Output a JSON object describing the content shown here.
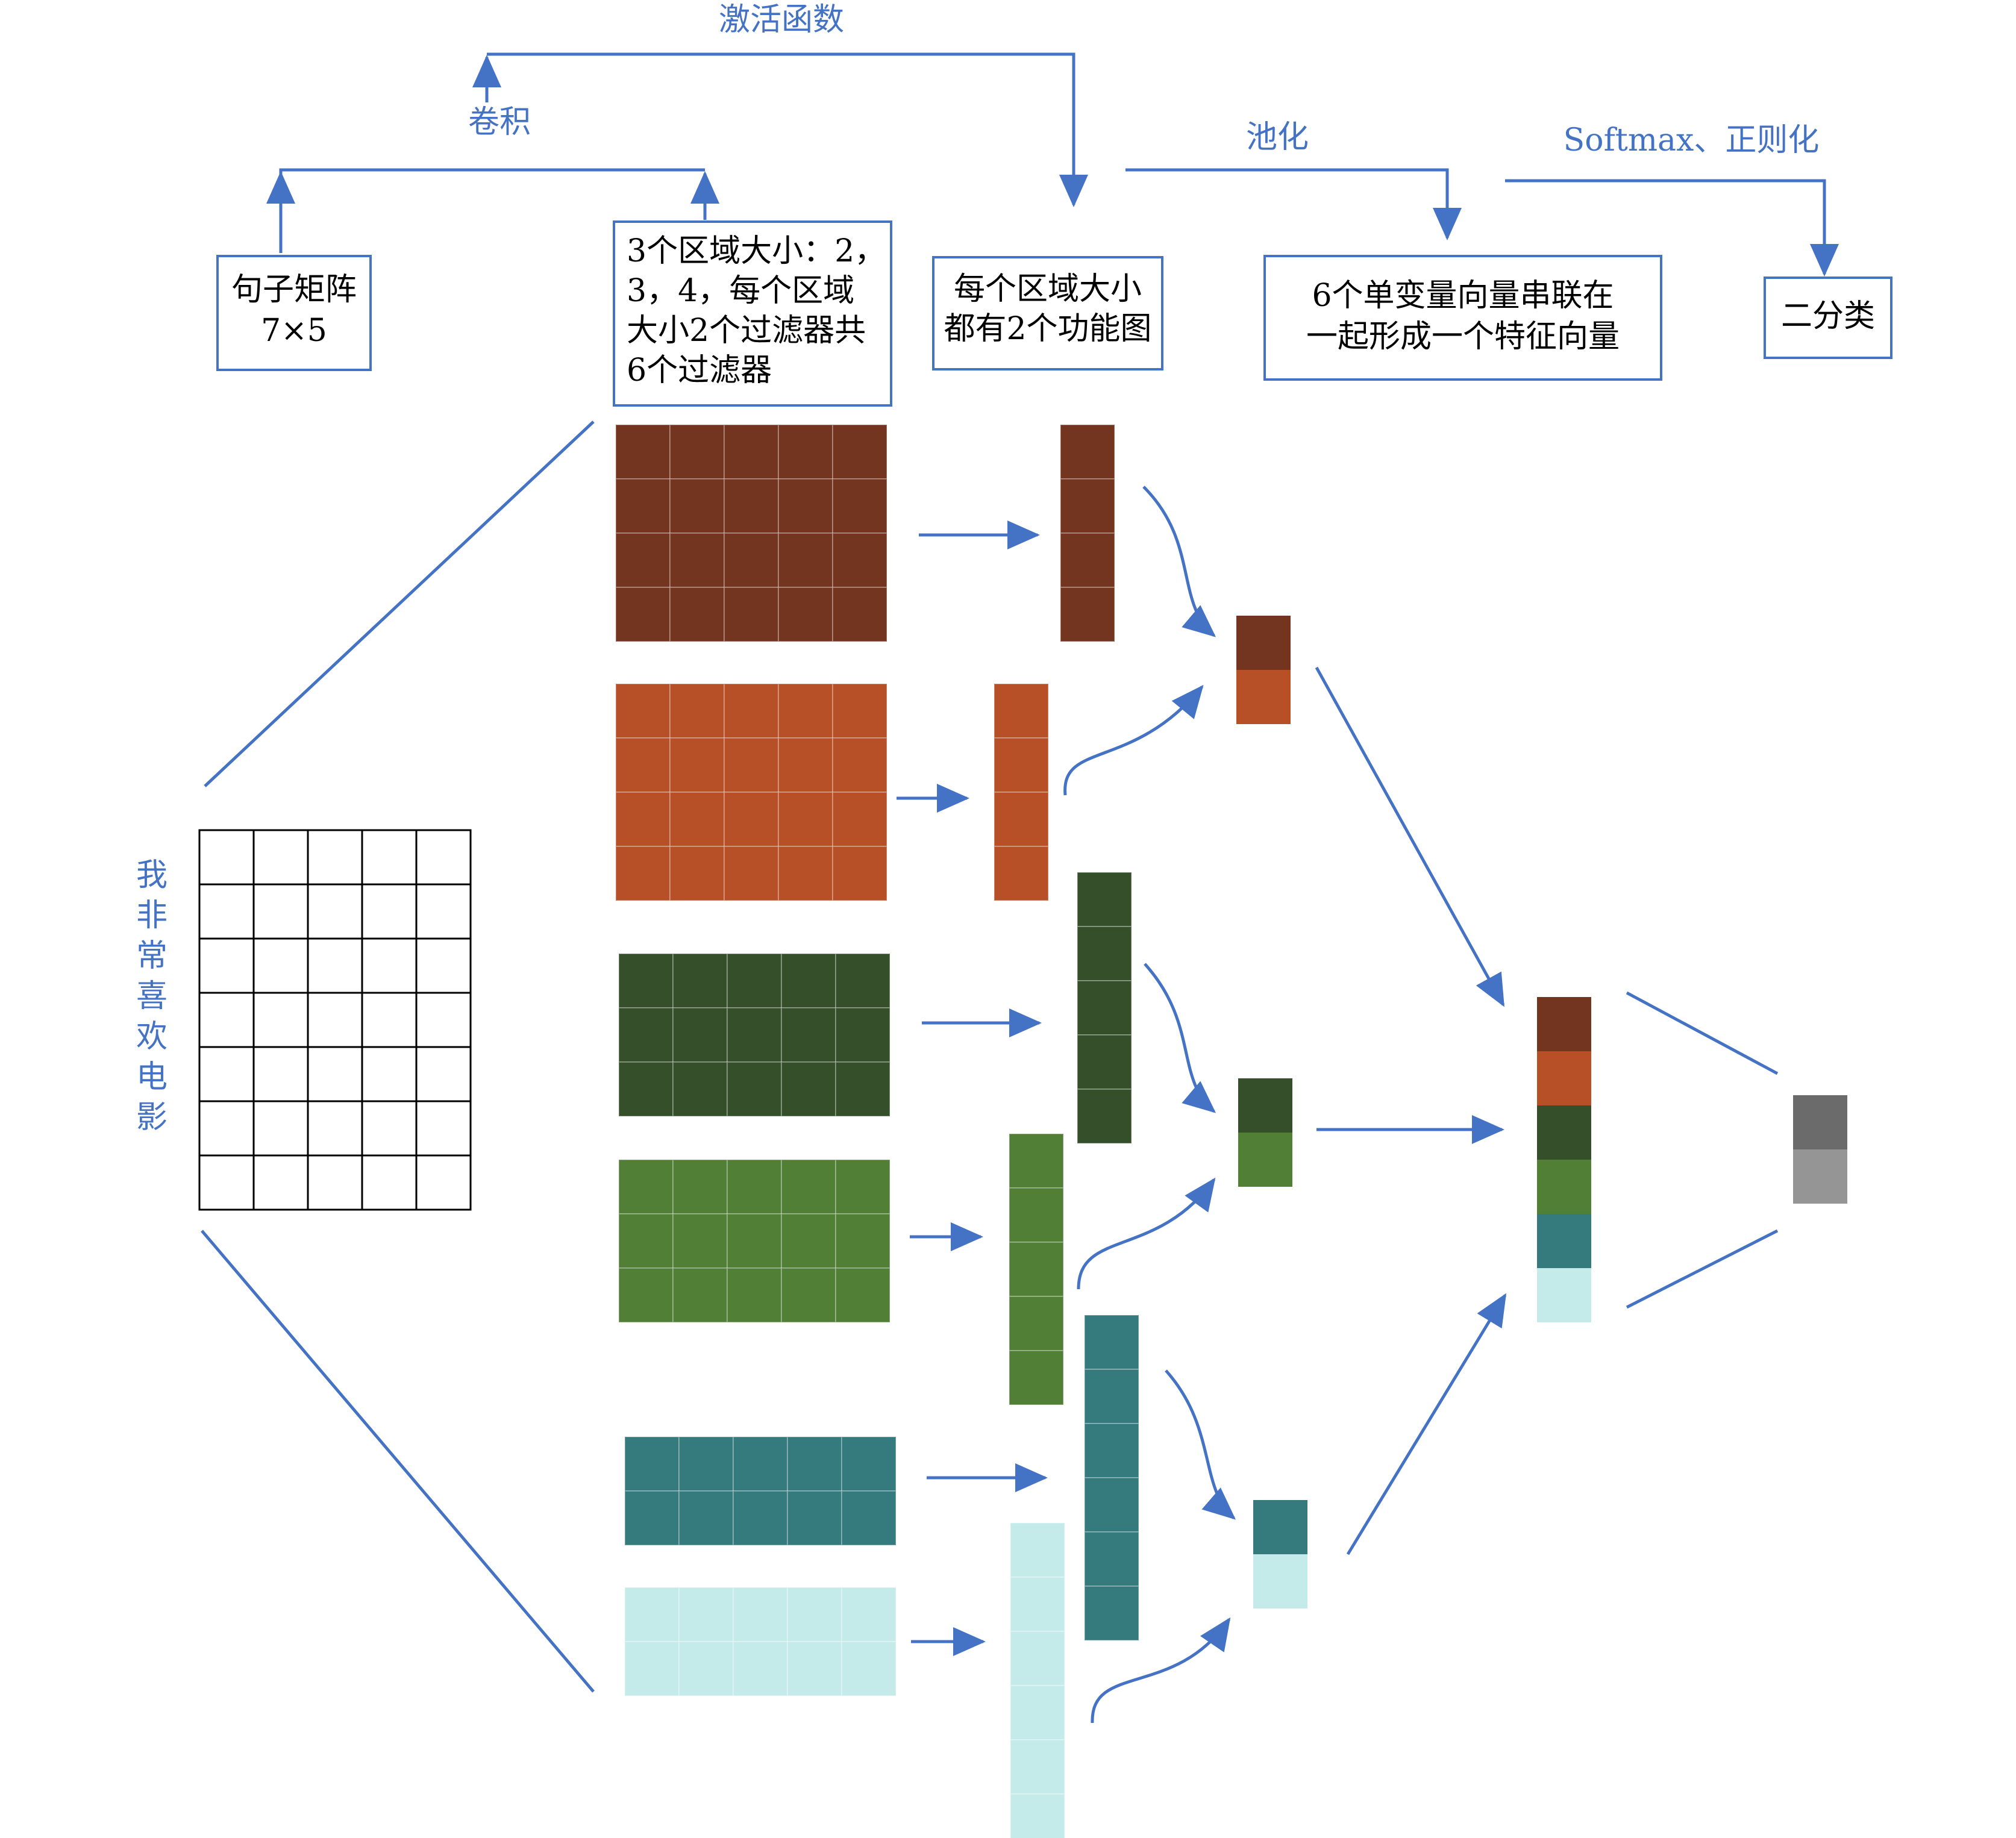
{
  "labels": {
    "activation": "激活函数",
    "convolution": "卷积",
    "pooling": "池化",
    "softmax": "Softmax、正则化",
    "sentence": "我非常喜欢电影"
  },
  "boxes": {
    "sentence_matrix": [
      "句子矩阵",
      "7×5"
    ],
    "filters": [
      "3个区域大小：2，",
      "3，4，每个区域",
      "大小2个过滤器共",
      "6个过滤器"
    ],
    "feature_maps": [
      "每个区域大小",
      "都有2个功能图"
    ],
    "concat": [
      "6个单变量向量串联在",
      "一起形成一个特征向量"
    ],
    "classify": [
      "二分类"
    ]
  },
  "colors": {
    "accent": "#4472c4",
    "filter_1": "#73351f",
    "filter_2": "#b85027",
    "filter_3": "#344f2a",
    "filter_4": "#517f36",
    "filter_5": "#357b7e",
    "filter_6": "#c5eaea",
    "output_top": "#6b6b6b",
    "output_bottom": "#959595",
    "sentence_grid": "#000000"
  },
  "sentence_matrix": {
    "rows": 7,
    "cols": 5
  },
  "filters": [
    {
      "rows": 4,
      "cols": 5,
      "color_key": "filter_1"
    },
    {
      "rows": 4,
      "cols": 5,
      "color_key": "filter_2"
    },
    {
      "rows": 3,
      "cols": 5,
      "color_key": "filter_3"
    },
    {
      "rows": 3,
      "cols": 5,
      "color_key": "filter_4"
    },
    {
      "rows": 2,
      "cols": 5,
      "color_key": "filter_5"
    },
    {
      "rows": 2,
      "cols": 5,
      "color_key": "filter_6"
    }
  ],
  "feature_maps": [
    {
      "cells": 4,
      "color_key": "filter_1"
    },
    {
      "cells": 4,
      "color_key": "filter_2"
    },
    {
      "cells": 5,
      "color_key": "filter_3"
    },
    {
      "cells": 5,
      "color_key": "filter_4"
    },
    {
      "cells": 6,
      "color_key": "filter_5"
    },
    {
      "cells": 6,
      "color_key": "filter_6"
    }
  ],
  "pooled": [
    [
      "filter_1",
      "filter_2"
    ],
    [
      "filter_3",
      "filter_4"
    ],
    [
      "filter_5",
      "filter_6"
    ]
  ],
  "feature_vector": [
    "filter_1",
    "filter_2",
    "filter_3",
    "filter_4",
    "filter_5",
    "filter_6"
  ],
  "output": [
    "output_top",
    "output_bottom"
  ]
}
